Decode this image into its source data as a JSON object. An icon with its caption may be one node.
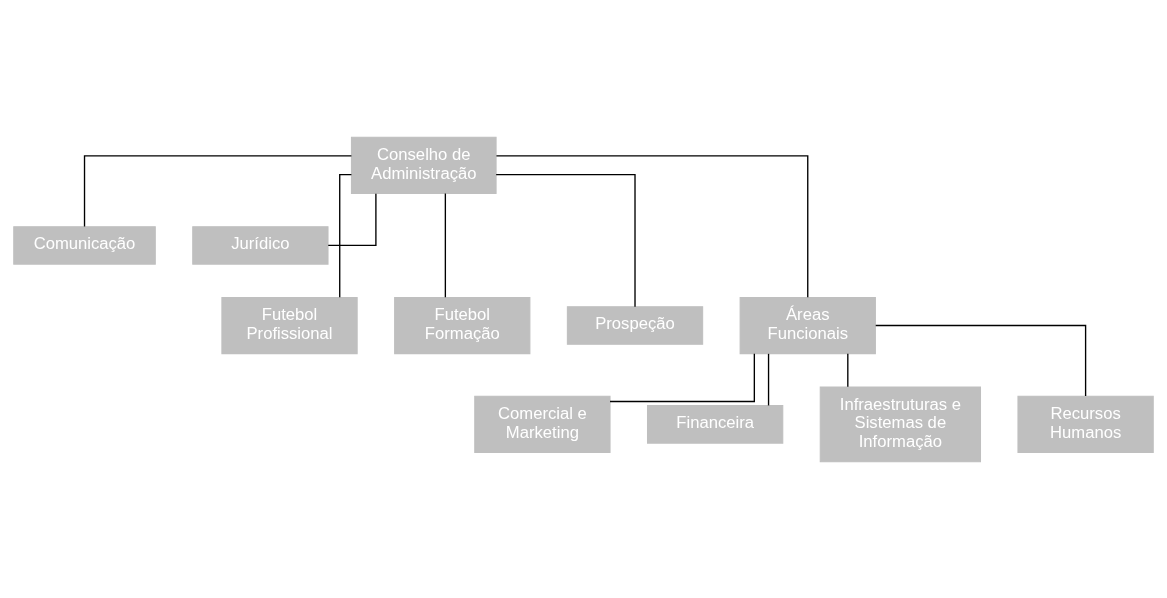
{
  "diagram": {
    "nodes": [
      {
        "text": [
          "Conselho de Administração"
        ]
      },
      {
        "text": [
          "Comunicação"
        ]
      },
      {
        "text": [
          "Jurídico"
        ]
      },
      {
        "text": [
          "Futebol Profissional"
        ]
      },
      {
        "text": [
          "Futebol Formação"
        ]
      },
      {
        "text": [
          "Prospeção"
        ]
      },
      {
        "text": [
          "Áreas Funcionais"
        ]
      },
      {
        "text": [
          "Comercial e Marketing"
        ]
      },
      {
        "text": [
          "Financeira"
        ]
      },
      {
        "text": [
          "Infraestruturas e Sistemas de Informação"
        ]
      },
      {
        "text": [
          "Recursos Humanos"
        ]
      }
    ],
    "edges": [
      {
        "from": 0,
        "to": 1,
        "arrow": "none"
      },
      {
        "from": 0,
        "to": 2,
        "arrow": "none"
      },
      {
        "from": 0,
        "to": 3,
        "arrow": "none"
      },
      {
        "from": 0,
        "to": 4,
        "arrow": "none"
      },
      {
        "from": 0,
        "to": 5,
        "arrow": "none"
      },
      {
        "from": 0,
        "to": 6,
        "arrow": "none"
      },
      {
        "from": 6,
        "to": 7,
        "arrow": "none"
      },
      {
        "from": 6,
        "to": 8,
        "arrow": "none"
      },
      {
        "from": 6,
        "to": 9,
        "arrow": "none"
      },
      {
        "from": 6,
        "to": 10,
        "arrow": "none"
      }
    ]
  }
}
